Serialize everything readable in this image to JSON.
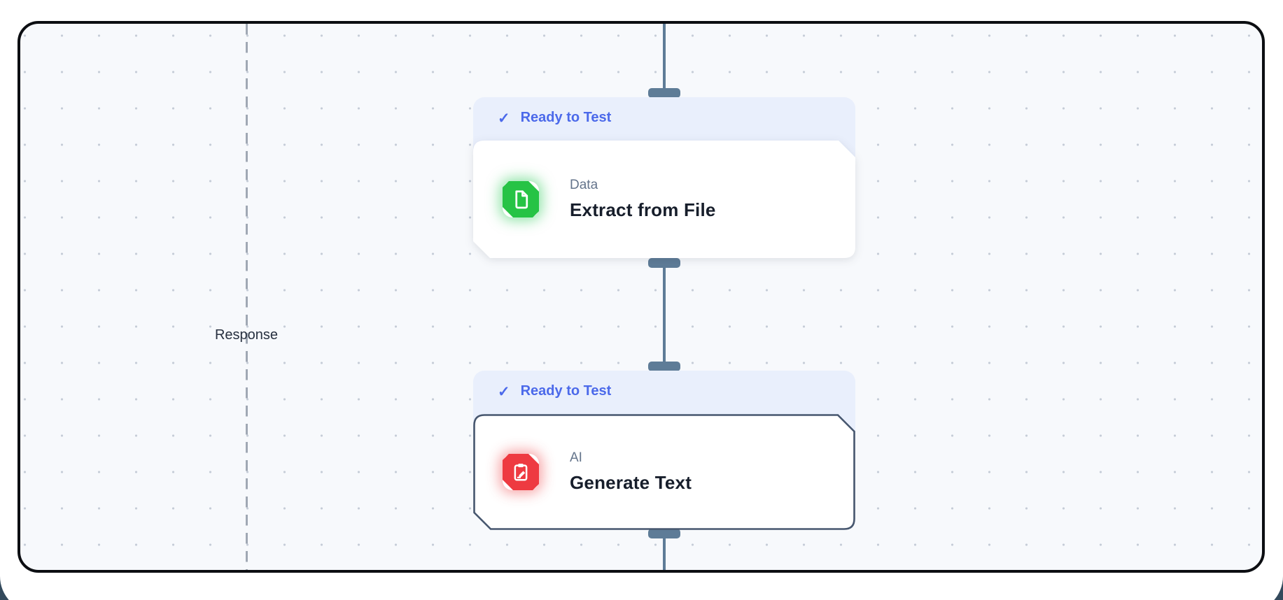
{
  "page": {
    "background_color": "#33495c"
  },
  "canvas": {
    "background_color": "#f7f9fc",
    "border_color": "#0c0e12",
    "dot_color": "#c6cdd8",
    "guide_label": "Response",
    "guide_line_color": "#a0a8b4"
  },
  "edges": {
    "color": "#5e7c97"
  },
  "status_badge": {
    "text": "Ready to Test",
    "check_icon": "✓",
    "text_color": "#4b69ea",
    "background_color": "#e9effc"
  },
  "nodes": [
    {
      "status": "Ready to Test",
      "category": "Data",
      "title": "Extract from File",
      "icon": "file-document-icon",
      "accent_color": "#26c345",
      "selected": false
    },
    {
      "status": "Ready to Test",
      "category": "AI",
      "title": "Generate Text",
      "icon": "clipboard-pencil-icon",
      "accent_color": "#ee3a41",
      "selected": true,
      "selected_border_color": "#46566e"
    }
  ]
}
